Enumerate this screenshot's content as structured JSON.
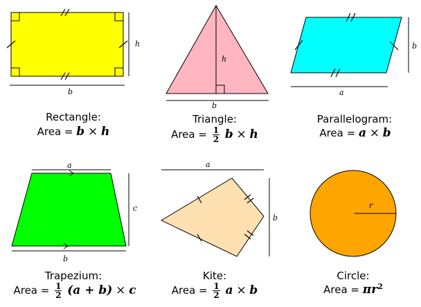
{
  "colors": {
    "rectangle": "#ffff00",
    "triangle": "#ffb6c1",
    "parallelogram": "#00ffff",
    "trapezium": "#00ff00",
    "kite": "#ffe0b0",
    "circle": "#ffa500"
  },
  "shapes": {
    "rectangle": {
      "name": "Rectangle:",
      "area_prefix": "Area =",
      "formula": {
        "var1": "b",
        "op": "×",
        "var2": "h"
      },
      "labels": {
        "side_h": "h",
        "side_b": "b"
      }
    },
    "triangle": {
      "name": "Triangle:",
      "area_prefix": "Area =",
      "formula": {
        "num": "1",
        "den": "2",
        "var1": "b",
        "op": "×",
        "var2": "h"
      },
      "labels": {
        "height": "h",
        "base": "b"
      }
    },
    "parallelogram": {
      "name": "Parallelogram:",
      "area_prefix": "Area =",
      "formula": {
        "var1": "a",
        "op": "×",
        "var2": "b"
      },
      "labels": {
        "side_b": "b",
        "side_a": "a"
      }
    },
    "trapezium": {
      "name": "Trapezium:",
      "area_prefix": "Area =",
      "formula": {
        "num": "1",
        "den": "2",
        "expr": "(a + b)",
        "op": "×",
        "var2": "c"
      },
      "labels": {
        "top": "a",
        "bottom": "b",
        "height": "c"
      }
    },
    "kite": {
      "name": "Kite:",
      "area_prefix": "Area =",
      "formula": {
        "num": "1",
        "den": "2",
        "var1": "a",
        "op": "×",
        "var2": "b"
      },
      "labels": {
        "diag_a": "a",
        "diag_b": "b"
      }
    },
    "circle": {
      "name": "Circle:",
      "area_prefix": "Area =",
      "formula": {
        "pi": "π",
        "var": "r",
        "exp": "2"
      },
      "labels": {
        "radius": "r"
      }
    }
  }
}
